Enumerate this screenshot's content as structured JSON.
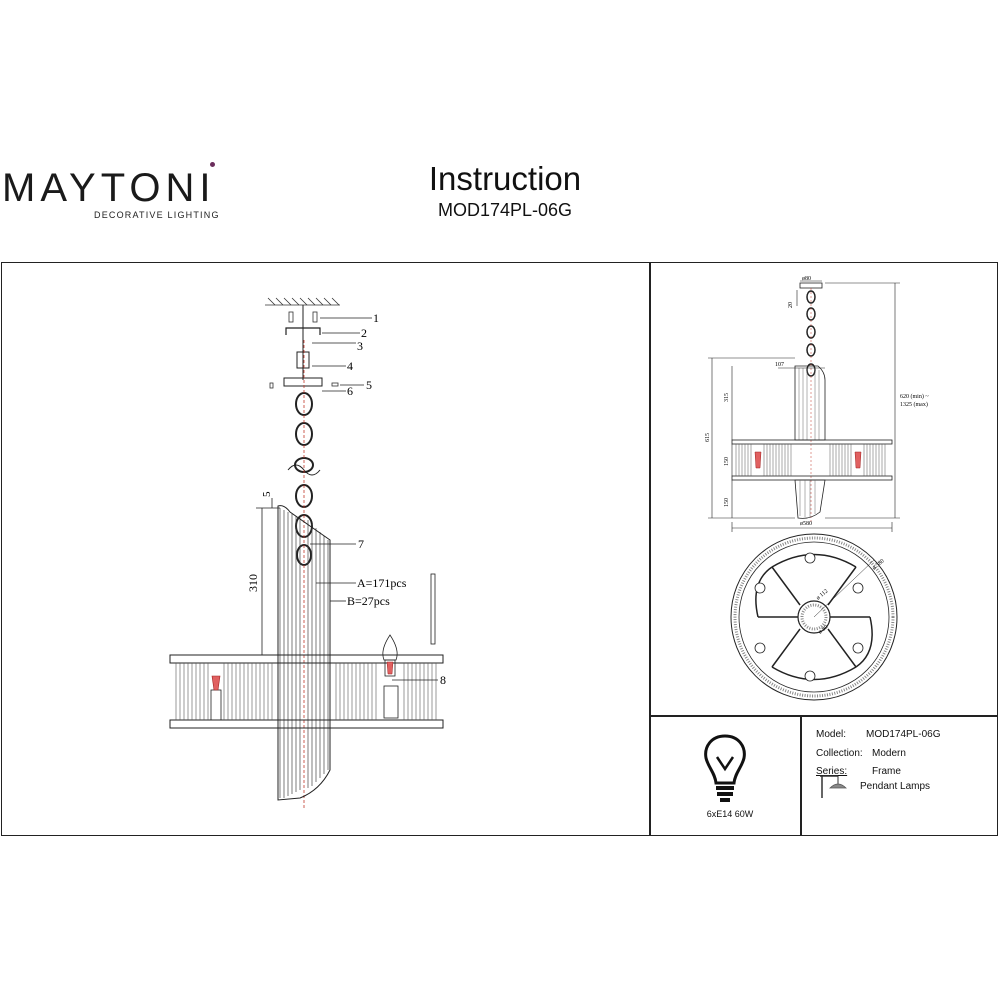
{
  "brand": {
    "name": "MAYTONI",
    "tagline": "DECORATIVE LIGHTING",
    "accent": "#6b2d5c"
  },
  "header": {
    "title": "Instruction",
    "model_code": "MOD174PL-06G"
  },
  "assembly": {
    "callouts": [
      "1",
      "2",
      "3",
      "4",
      "5",
      "6",
      "7",
      "8"
    ],
    "dim_top": "5",
    "dim_height": "310",
    "part_a": "A=171pcs",
    "part_b": "B=27pcs"
  },
  "dimensions": {
    "canopy": "ø80",
    "canopy_h": "20",
    "rod": "107",
    "total": "620 (min) ~",
    "total_max": "1325 (max)",
    "upper": "315",
    "overall": "615",
    "shade": "150",
    "lower": "150",
    "diameter": "ø580",
    "plan_outer": "ø 580",
    "plan_mid": "ø 112",
    "plan_inner": "ø 80"
  },
  "bulb": {
    "label": "6xE14 60W"
  },
  "specs": {
    "model_k": "Model:",
    "model_v": "MOD174PL-06G",
    "collection_k": "Collection:",
    "collection_v": "Modern",
    "series_k": "Series:",
    "series_v": "Frame",
    "type_v": "Pendant Lamps"
  }
}
